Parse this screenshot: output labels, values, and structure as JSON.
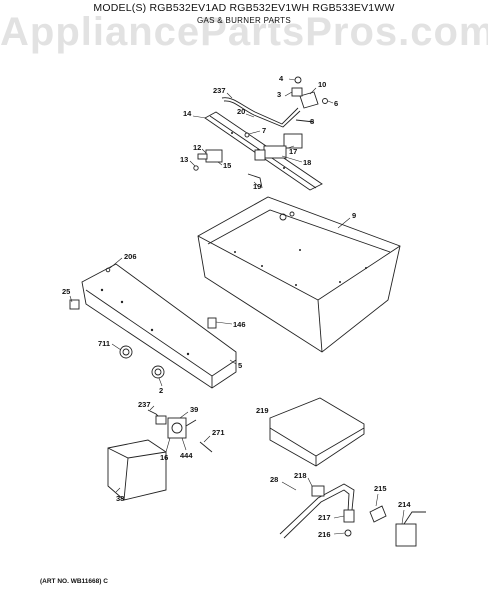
{
  "header": {
    "models": "MODEL(S) RGB532EV1AD  RGB532EV1WH  RGB533EV1WW",
    "section": "GAS & BURNER PARTS"
  },
  "watermark": "AppliancePartsPros.com",
  "footer": "(ART NO. WB11668) C",
  "labels": {
    "p4": "4",
    "p10": "10",
    "p237a": "237",
    "p3": "3",
    "p6": "6",
    "p20": "20",
    "p14": "14",
    "p8": "8",
    "p7": "7",
    "p17": "17",
    "p12": "12",
    "p18": "18",
    "p13": "13",
    "p15": "15",
    "p19": "19",
    "p9": "9",
    "p206": "206",
    "p25": "25",
    "p146": "146",
    "p711": "711",
    "p5": "5",
    "p2": "2",
    "p237b": "237",
    "p39": "39",
    "p219": "219",
    "p271": "271",
    "p16": "16",
    "p444": "444",
    "p38": "38",
    "p28": "28",
    "p218": "218",
    "p215": "215",
    "p214": "214",
    "p217": "217",
    "p216": "216"
  }
}
